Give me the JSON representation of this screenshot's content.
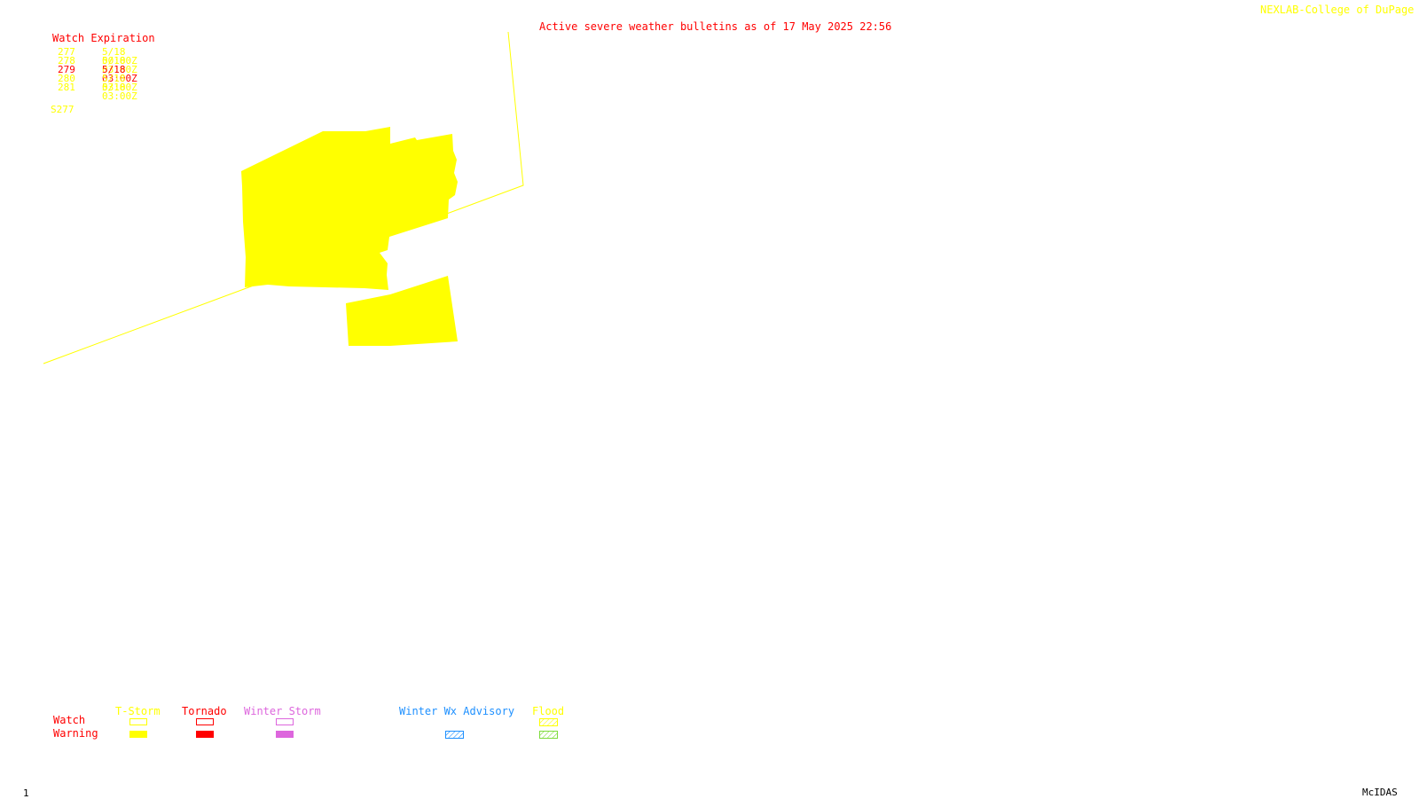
{
  "header": {
    "title": "Active severe weather bulletins as of 17 May 2025 22:56",
    "credit": "NEXLAB-College of DuPage R"
  },
  "watch_expiration": {
    "heading": "Watch Expiration",
    "rows": [
      {
        "id": "277",
        "expires": "5/18 00:00Z",
        "color": "#ffff00"
      },
      {
        "id": "278",
        "expires": "5/18 03:00Z",
        "color": "#ffff00"
      },
      {
        "id": "279",
        "expires": "5/18 03:00Z",
        "color": "#ff0000"
      },
      {
        "id": "280",
        "expires": "5/18 03:00Z",
        "color": "#ffff00"
      },
      {
        "id": "281",
        "expires": "5/18 03:00Z",
        "color": "#ffff00"
      }
    ]
  },
  "map": {
    "watch_label": "S277",
    "line_color": "#ffff00",
    "watch_fill": "#ffff00"
  },
  "legend": {
    "row_watch": "Watch",
    "row_warning": "Warning",
    "columns": [
      {
        "label": "T-Storm",
        "color": "#ffff00",
        "watch_style": "outline",
        "warning_style": "solid"
      },
      {
        "label": "Tornado",
        "color": "#ff0000",
        "watch_style": "outline",
        "warning_style": "solid"
      },
      {
        "label": "Winter Storm",
        "color": "#dd66dd",
        "watch_style": "outline",
        "warning_style": "solid"
      },
      {
        "label": "Winter Wx Advisory",
        "color": "#1e90ff",
        "watch_style": "none",
        "warning_style": "hatched"
      },
      {
        "label": "Flood",
        "color": "#ffff00",
        "watch_style": "hatched",
        "warning_style": "hatched",
        "warning_color": "#7fdc3c"
      }
    ]
  },
  "footer": {
    "frame": "1",
    "brand": "McIDAS"
  }
}
